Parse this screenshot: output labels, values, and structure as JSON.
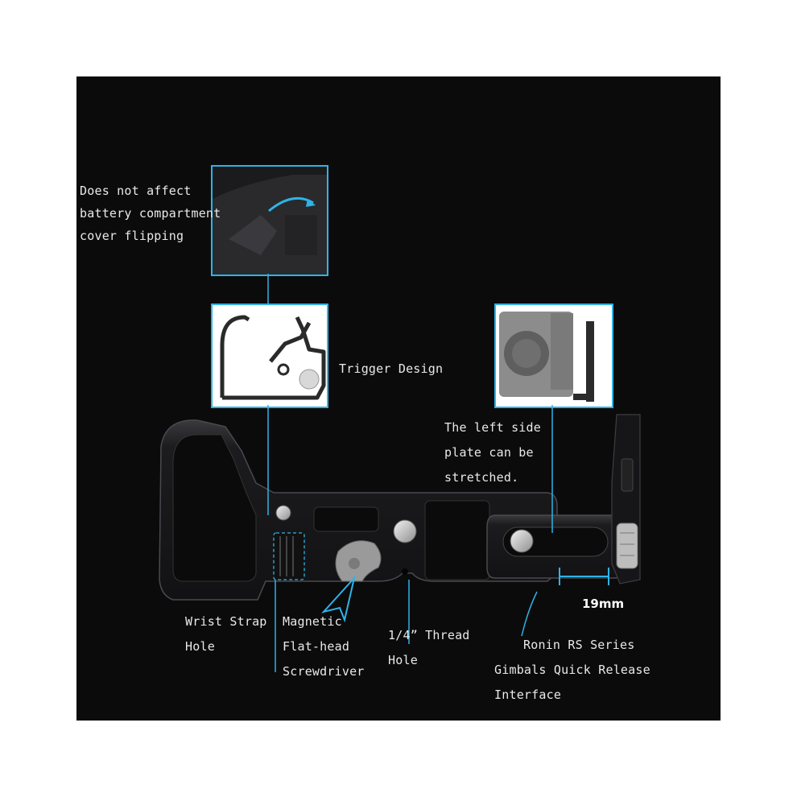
{
  "labels": {
    "battery": [
      "Does not affect",
      "battery compartment",
      "cover flipping"
    ],
    "trigger": "Trigger Design",
    "side_plate": [
      "The left side",
      "plate can be",
      "stretched."
    ],
    "wrist": [
      "Wrist Strap",
      "Hole"
    ],
    "screwdriver": [
      "Magnetic",
      "Flat-head",
      "Screwdriver"
    ],
    "thread": [
      "1/4” Thread",
      "Hole"
    ],
    "ronin": [
      "Ronin RS Series",
      "Gimbals Quick Release",
      "Interface"
    ],
    "dimension": "19mm"
  },
  "colors": {
    "background": "#0b0b0c",
    "accent": "#2fb3e6",
    "text": "#e9e9e9",
    "metal": "#1a1a1c"
  },
  "icons": [
    "camera-grip-photo",
    "trigger-outline-drawing",
    "camera-side-photo",
    "l-bracket-plate"
  ]
}
